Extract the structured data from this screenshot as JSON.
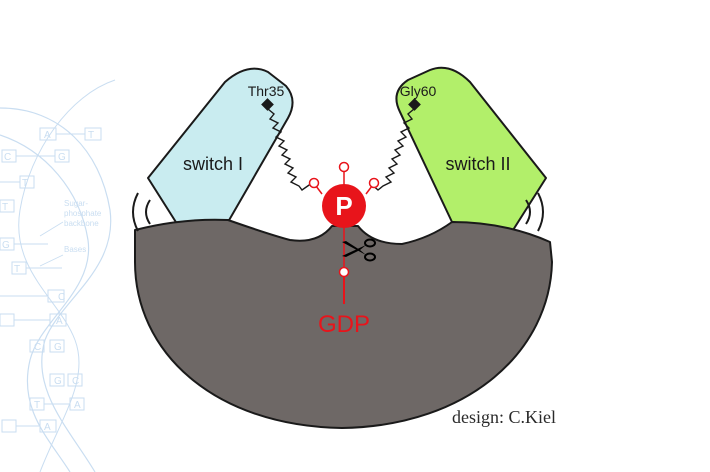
{
  "background_watermark": {
    "letters": [
      "A",
      "T",
      "C",
      "G",
      "T",
      "T",
      "G",
      "C",
      "T",
      "A",
      "C",
      "G",
      "G",
      "C",
      "T",
      "A",
      "A"
    ],
    "label_backbone": [
      "Sugar-",
      "phosphate",
      "backbone"
    ],
    "label_bases": "Bases",
    "color": "#9ec3e6"
  },
  "diagram": {
    "switch1_label": "switch I",
    "switch1_residue": "Thr35",
    "switch2_label": "switch II",
    "switch2_residue": "Gly60",
    "phosphate_label": "P",
    "nucleotide_label": "GDP",
    "credit": "design: C.Kiel",
    "colors": {
      "body": "#6e6866",
      "switch1": "#c9ecf0",
      "switch2": "#b2ef6a",
      "phosphate": "#e8141b",
      "outline": "#1a1a1a"
    }
  }
}
